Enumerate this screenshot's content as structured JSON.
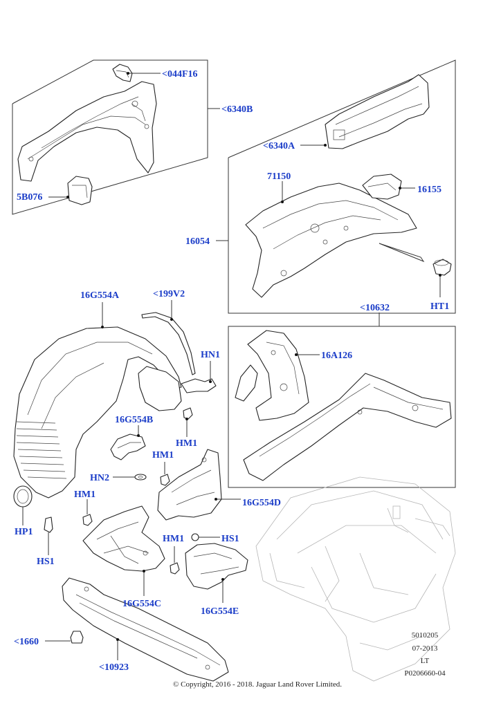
{
  "colors": {
    "callout": "#1a3cc8",
    "line": "#222222",
    "ghost": "#b5b5b5"
  },
  "callouts": {
    "c_044F16": "<044F16",
    "c_6340B": "<6340B",
    "c_5B076": "5B076",
    "c_6340A": "<6340A",
    "c_71150": "71150",
    "c_16155": "16155",
    "c_16054": "16054",
    "c_HT1": "HT1",
    "c_16G554A": "16G554A",
    "c_199V2": "<199V2",
    "c_10632": "<10632",
    "c_HN1": "HN1",
    "c_16A126": "16A126",
    "c_16G554B": "16G554B",
    "c_HM1_a": "HM1",
    "c_HM1_b": "HM1",
    "c_HN2": "HN2",
    "c_HM1_c": "HM1",
    "c_16G554D": "16G554D",
    "c_HP1": "HP1",
    "c_HS1_a": "HS1",
    "c_HM1_d": "HM1",
    "c_HS1_b": "HS1",
    "c_16G554C": "16G554C",
    "c_16G554E": "16G554E",
    "c_1660": "<1660",
    "c_10923": "<10923"
  },
  "meta": {
    "code": "5010205",
    "date": "07-2013",
    "side": "LT",
    "ref": "P0206660-04"
  },
  "copyright": "© Copyright, 2016 - 2018. Jaguar Land Rover Limited."
}
